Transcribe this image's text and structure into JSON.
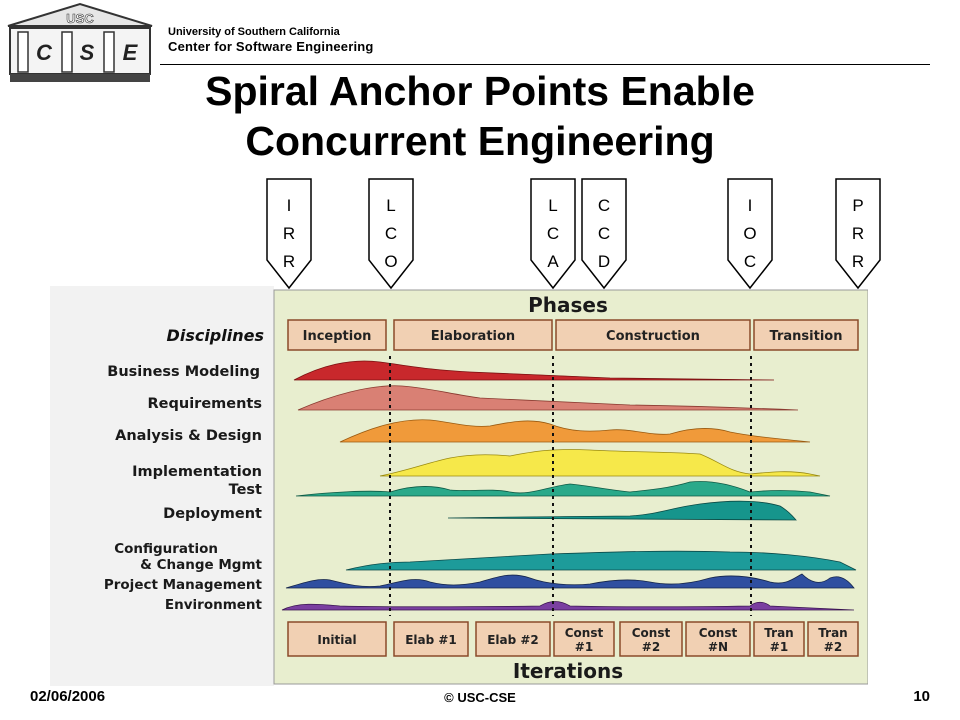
{
  "header": {
    "logo_usc": "USC",
    "logo_letters": [
      "C",
      "S",
      "E"
    ],
    "university": "University of Southern California",
    "center": "Center for Software Engineering"
  },
  "slide": {
    "title_line1": "Spiral Anchor Points Enable",
    "title_line2": "Concurrent Engineering"
  },
  "anchors": [
    {
      "letters": [
        "I",
        "R",
        "R"
      ]
    },
    {
      "letters": [
        "L",
        "C",
        "O"
      ]
    },
    {
      "letters": [
        "L",
        "C",
        "A"
      ]
    },
    {
      "letters": [
        "C",
        "C",
        "D"
      ]
    },
    {
      "letters": [
        "I",
        "O",
        "C"
      ]
    },
    {
      "letters": [
        "P",
        "R",
        "R"
      ]
    }
  ],
  "diagram": {
    "phases_label": "Phases",
    "disciplines_label": "Disciplines",
    "iterations_label": "Iterations",
    "phases": [
      "Inception",
      "Elaboration",
      "Construction",
      "Transition"
    ],
    "disciplines": [
      "Business Modeling",
      "Requirements",
      "Analysis & Design",
      "Implementation",
      "Test",
      "Deployment",
      "Configuration",
      "& Change Mgmt",
      "Project Management",
      "Environment"
    ],
    "iterations": [
      [
        "Initial"
      ],
      [
        "Elab #1"
      ],
      [
        "Elab #2"
      ],
      [
        "Const",
        "#1"
      ],
      [
        "Const",
        "#2"
      ],
      [
        "Const",
        "#N"
      ],
      [
        "Tran",
        "#1"
      ],
      [
        "Tran",
        "#2"
      ]
    ],
    "colors": {
      "business": "#c8282c",
      "requirements": "#d98074",
      "analysis": "#f09a3a",
      "implementation": "#f6e84a",
      "test": "#2aa98a",
      "deployment": "#16958c",
      "config": "#1d9b9a",
      "project": "#2f4fa0",
      "environment": "#7a3fa0"
    }
  },
  "footer": {
    "date": "02/06/2006",
    "copyright": "© USC-CSE",
    "page": "10"
  }
}
